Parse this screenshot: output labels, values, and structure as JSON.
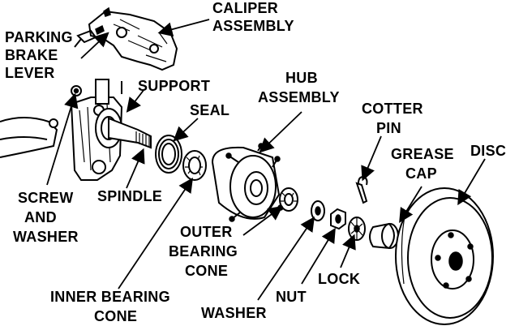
{
  "labels": {
    "caliper_assembly": [
      "CALIPER",
      "ASSEMBLY"
    ],
    "parking_brake_lever": [
      "PARKING",
      "BRAKE",
      "LEVER"
    ],
    "support": "SUPPORT",
    "hub_assembly": [
      "HUB",
      "ASSEMBLY"
    ],
    "seal": "SEAL",
    "cotter_pin": [
      "COTTER",
      "PIN"
    ],
    "grease_cap": [
      "GREASE",
      "CAP"
    ],
    "disc": "DISC",
    "spindle": "SPINDLE",
    "screw_and_washer": [
      "SCREW",
      "AND",
      "WASHER"
    ],
    "outer_bearing_cone": [
      "OUTER",
      "BEARING",
      "CONE"
    ],
    "inner_bearing_cone": [
      "INNER BEARING",
      "CONE"
    ],
    "lock": "LOCK",
    "nut": "NUT",
    "washer": "WASHER"
  }
}
